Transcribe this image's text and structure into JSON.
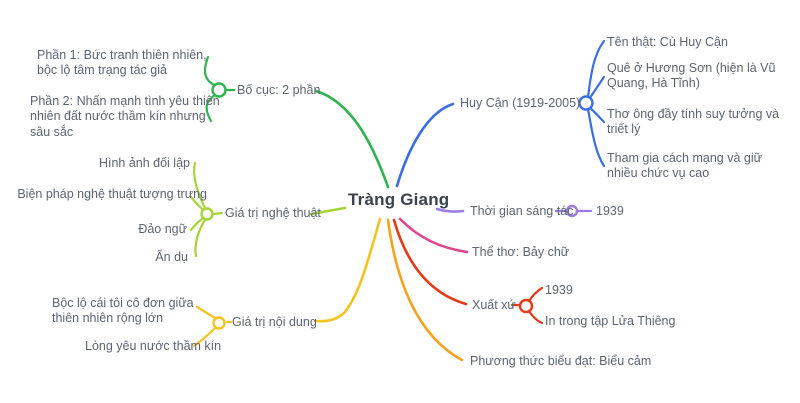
{
  "title": "Tràng Giang",
  "colors": {
    "bo_cuc": "#2eb350",
    "huy_can": "#3d6ee0",
    "nghe_thuat": "#a6d437",
    "noi_dung": "#f3c321",
    "thoi_gian": "#9c7ce4",
    "the_tho": "#e0458e",
    "xuat_xu": "#e53a1a",
    "phuong_thuc": "#f5a31e"
  },
  "nodes": {
    "bo_cuc": {
      "label": "Bố cục: 2 phần",
      "children": {
        "phan1": "Phần 1: Bức tranh thiên nhiên, bộc lộ tâm trạng tác giả",
        "phan2": "Phần 2: Nhấn mạnh tình yêu thiên nhiên đất nước thầm kín nhưng sâu sắc"
      }
    },
    "huy_can": {
      "label": "Huy Cận (1919-2005)",
      "children": {
        "ten_that": "Tên thật: Cù Huy Cận",
        "que": "Quê ở Hương Sơn (hiện là Vũ Quang, Hà Tĩnh)",
        "tho": "Thơ ông đầy tính suy tưởng và triết lý",
        "cach_mang": "Tham gia cách mạng và giữ nhiều chức vụ cao"
      }
    },
    "thoi_gian": {
      "label": "Thời gian sáng tác",
      "children": {
        "nam": "1939"
      }
    },
    "the_tho": {
      "label": "Thể thơ: Bảy chữ"
    },
    "xuat_xu": {
      "label": "Xuất xứ",
      "children": {
        "nam": "1939",
        "tap": "In trong tập Lửa Thiêng"
      }
    },
    "phuong_thuc": {
      "label": "Phương thức biểu đạt: Biểu cảm"
    },
    "nghe_thuat": {
      "label": "Giá trị nghệ thuật",
      "children": {
        "hinh_anh": "Hình ảnh đối lập",
        "bien_phap": "Biện pháp nghệ thuật tượng trưng",
        "dao_ngu": "Đảo ngữ",
        "an_du": "Ẩn dụ"
      }
    },
    "noi_dung": {
      "label": "Giá trị nội dung",
      "children": {
        "boc_lo": "Bộc lộ cái tôi cô đơn giữa thiên nhiên rộng lớn",
        "long_yeu": "Lòng yêu nước thầm kín"
      }
    }
  }
}
